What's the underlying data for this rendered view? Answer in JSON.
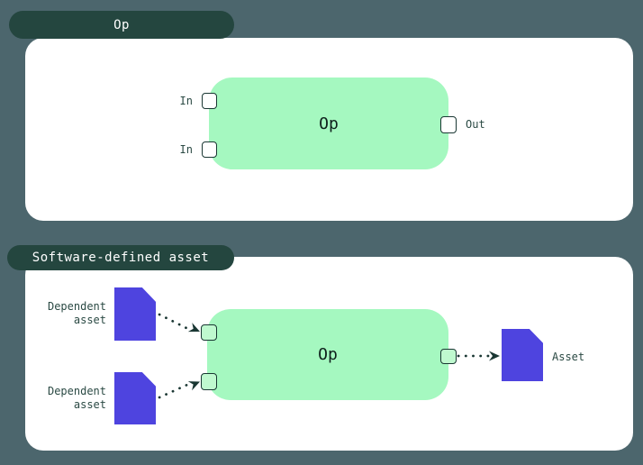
{
  "colors": {
    "bg": "#4C666D",
    "tab_bg": "#24463F",
    "card": "#FFFFFF",
    "node_green": "#A5F8C0",
    "asset_purple": "#4E44DF",
    "ink": "#0E1F1B",
    "label": "#2B4A44",
    "port_border": "#1A3733",
    "tab_text": "#FFFFFF",
    "port_top": "#FFFFFF",
    "port_bottom": "#BFF9CF",
    "connector": "#1A3733"
  },
  "panels": [
    {
      "tab_label": "Op",
      "node_label": "Op",
      "input_labels": [
        "In",
        "In"
      ],
      "output_label": "Out"
    },
    {
      "tab_label": "Software-defined asset",
      "node_label": "Op",
      "dependent_asset_labels": [
        "Dependent asset",
        "Dependent asset"
      ],
      "output_asset_label": "Asset"
    }
  ]
}
